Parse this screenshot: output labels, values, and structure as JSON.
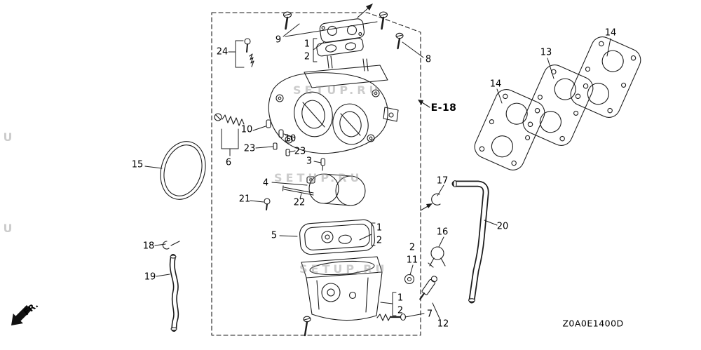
{
  "diagram": {
    "code": "Z0A0E1400D",
    "section_ref": "E-18",
    "direction_label": "FR.",
    "watermark_text": "SETUP.RU",
    "part_labels": [
      {
        "text": "9"
      },
      {
        "text": "24"
      },
      {
        "text": "1"
      },
      {
        "text": "2"
      },
      {
        "text": "8"
      },
      {
        "text": "14"
      },
      {
        "text": "13"
      },
      {
        "text": "14"
      },
      {
        "text": "10"
      },
      {
        "text": "23"
      },
      {
        "text": "10"
      },
      {
        "text": "23"
      },
      {
        "text": "6"
      },
      {
        "text": "3"
      },
      {
        "text": "15"
      },
      {
        "text": "4"
      },
      {
        "text": "21"
      },
      {
        "text": "22"
      },
      {
        "text": "17"
      },
      {
        "text": "5"
      },
      {
        "text": "1"
      },
      {
        "text": "2"
      },
      {
        "text": "18"
      },
      {
        "text": "16"
      },
      {
        "text": "20"
      },
      {
        "text": "19"
      },
      {
        "text": "2"
      },
      {
        "text": "11"
      },
      {
        "text": "1"
      },
      {
        "text": "2"
      },
      {
        "text": "7"
      },
      {
        "text": "12"
      }
    ]
  }
}
